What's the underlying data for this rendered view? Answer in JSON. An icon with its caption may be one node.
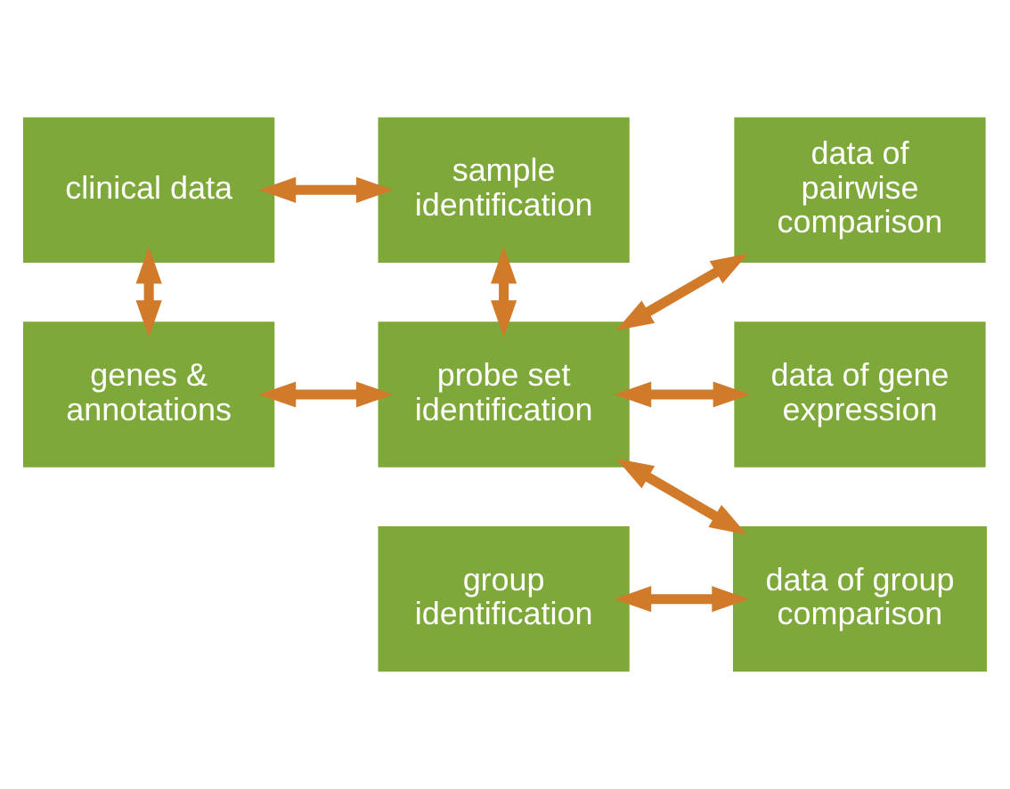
{
  "diagram": {
    "nodes": [
      {
        "text": [
          "clinical data"
        ]
      },
      {
        "text": [
          "sample identification"
        ]
      },
      {
        "text": [
          "genes & annotations"
        ]
      },
      {
        "text": [
          "probe set identification"
        ]
      },
      {
        "text": [
          "data of gene expression"
        ]
      },
      {
        "text": [
          "data of pairwise comparison"
        ]
      },
      {
        "text": [
          "data of group comparison"
        ]
      },
      {
        "text": [
          "group identification"
        ]
      }
    ],
    "edges": [
      {
        "from": 0,
        "to": 1,
        "arrow": "both"
      },
      {
        "from": 0,
        "to": 2,
        "arrow": "both"
      },
      {
        "from": 1,
        "to": 3,
        "arrow": "both"
      },
      {
        "from": 2,
        "to": 3,
        "arrow": "both"
      },
      {
        "from": 3,
        "to": 4,
        "arrow": "both"
      },
      {
        "from": 3,
        "to": 5,
        "arrow": "both"
      },
      {
        "from": 3,
        "to": 6,
        "arrow": "both"
      },
      {
        "from": 7,
        "to": 6,
        "arrow": "both"
      }
    ]
  }
}
